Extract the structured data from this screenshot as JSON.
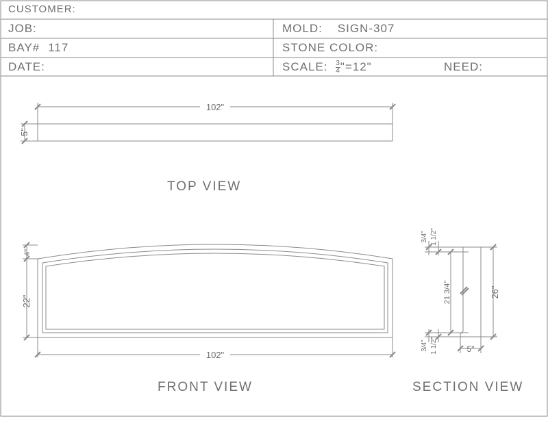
{
  "title_block": {
    "customer_label": "CUSTOMER:",
    "job_label": "JOB:",
    "bay_label": "BAY#",
    "bay_value": "117",
    "date_label": "DATE:",
    "mold_label": "MOLD:",
    "mold_value": "SIGN-307",
    "stone_color_label": "STONE COLOR:",
    "scale_label": "SCALE:",
    "scale_num": "3",
    "scale_den": "4",
    "scale_rest": "\"=12\"",
    "need_label": "NEED:"
  },
  "views": {
    "top": "TOP  VIEW",
    "front": "FRONT  VIEW",
    "section": "SECTION  VIEW"
  },
  "dims": {
    "top_length": "102\"",
    "top_depth": "5\"",
    "front_length": "102\"",
    "front_height": "22\"",
    "front_arch_rise": "4\"",
    "section_height": "26\"",
    "section_depth": "5\"",
    "section_top_a": "3/4\"",
    "section_top_b": "1 1/2\"",
    "section_mid": "21 3/4\"",
    "section_bot_a": "3/4\"",
    "section_bot_b": "1 1/2\""
  }
}
